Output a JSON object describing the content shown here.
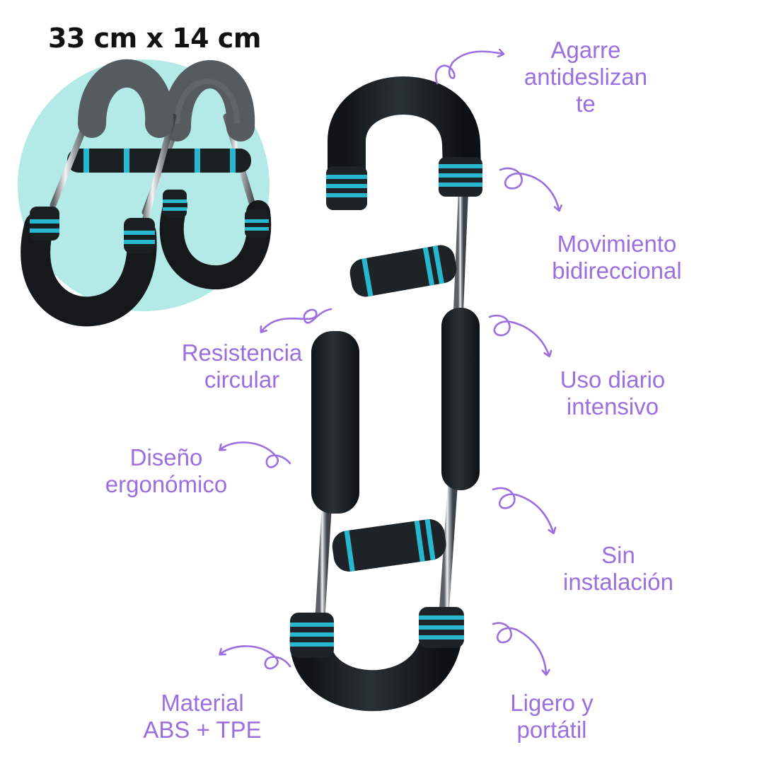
{
  "dimensions": "33 cm x 14 cm",
  "colors": {
    "accent": "#9b6fe0",
    "foam": "#1d2326",
    "stripe": "#27b8d0",
    "badge_bg": "#b3e9e6"
  },
  "features": [
    {
      "lines": [
        "Agarre",
        "antideslizan",
        "te"
      ]
    },
    {
      "lines": [
        "Movimiento",
        "bidireccional"
      ]
    },
    {
      "lines": [
        "Resistencia",
        "circular"
      ]
    },
    {
      "lines": [
        "Uso diario",
        "intensivo"
      ]
    },
    {
      "lines": [
        "Diseño",
        "ergonómico"
      ]
    },
    {
      "lines": [
        "Sin",
        "instalación"
      ]
    },
    {
      "lines": [
        "Material",
        "ABS + TPE"
      ]
    },
    {
      "lines": [
        "Ligero y",
        "portátil"
      ]
    }
  ]
}
